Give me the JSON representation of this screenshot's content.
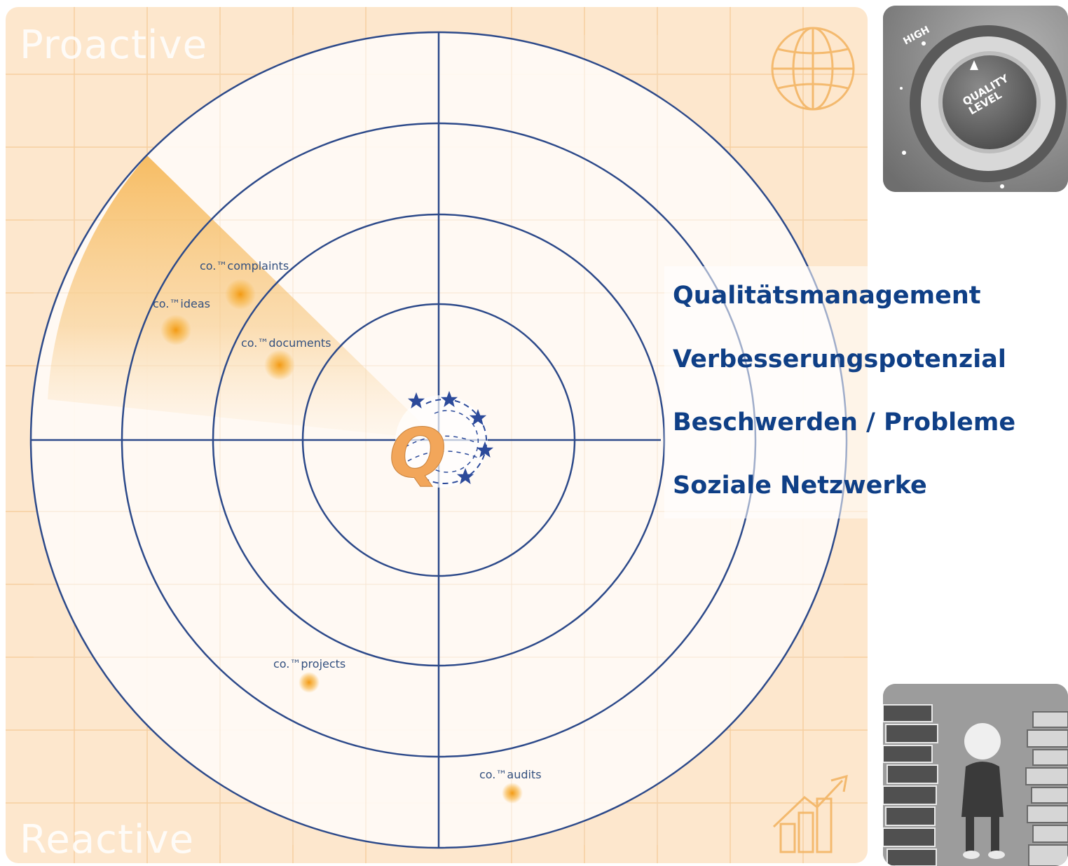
{
  "radar": {
    "label_top": "Proactive",
    "label_bottom": "Reactive",
    "modules": [
      {
        "id": "complaints",
        "label": "co.™complaints"
      },
      {
        "id": "ideas",
        "label": "co.™ideas"
      },
      {
        "id": "documents",
        "label": "co.™documents"
      },
      {
        "id": "projects",
        "label": "co.™projects"
      },
      {
        "id": "audits",
        "label": "co.™audits"
      }
    ],
    "logo_letter": "Q"
  },
  "topics": [
    "Qualitätsmanagement",
    "Verbesserungspotenzial",
    "Beschwerden / Probleme",
    "Soziale Netzwerke"
  ],
  "images": {
    "knob": {
      "icon": "quality-level-knob-icon",
      "text_high": "HIGH",
      "text_knob_1": "QUALITY",
      "text_knob_2": "LEVEL"
    },
    "binders": {
      "icon": "person-with-binders-icon"
    }
  },
  "colors": {
    "panel_bg": "#fde7cd",
    "circle_line": "#2d4a8a",
    "grid_line": "#f7d2a6",
    "topic_text": "#0f3f86",
    "dot": "#f5a623",
    "star": "#2c4a9a"
  }
}
